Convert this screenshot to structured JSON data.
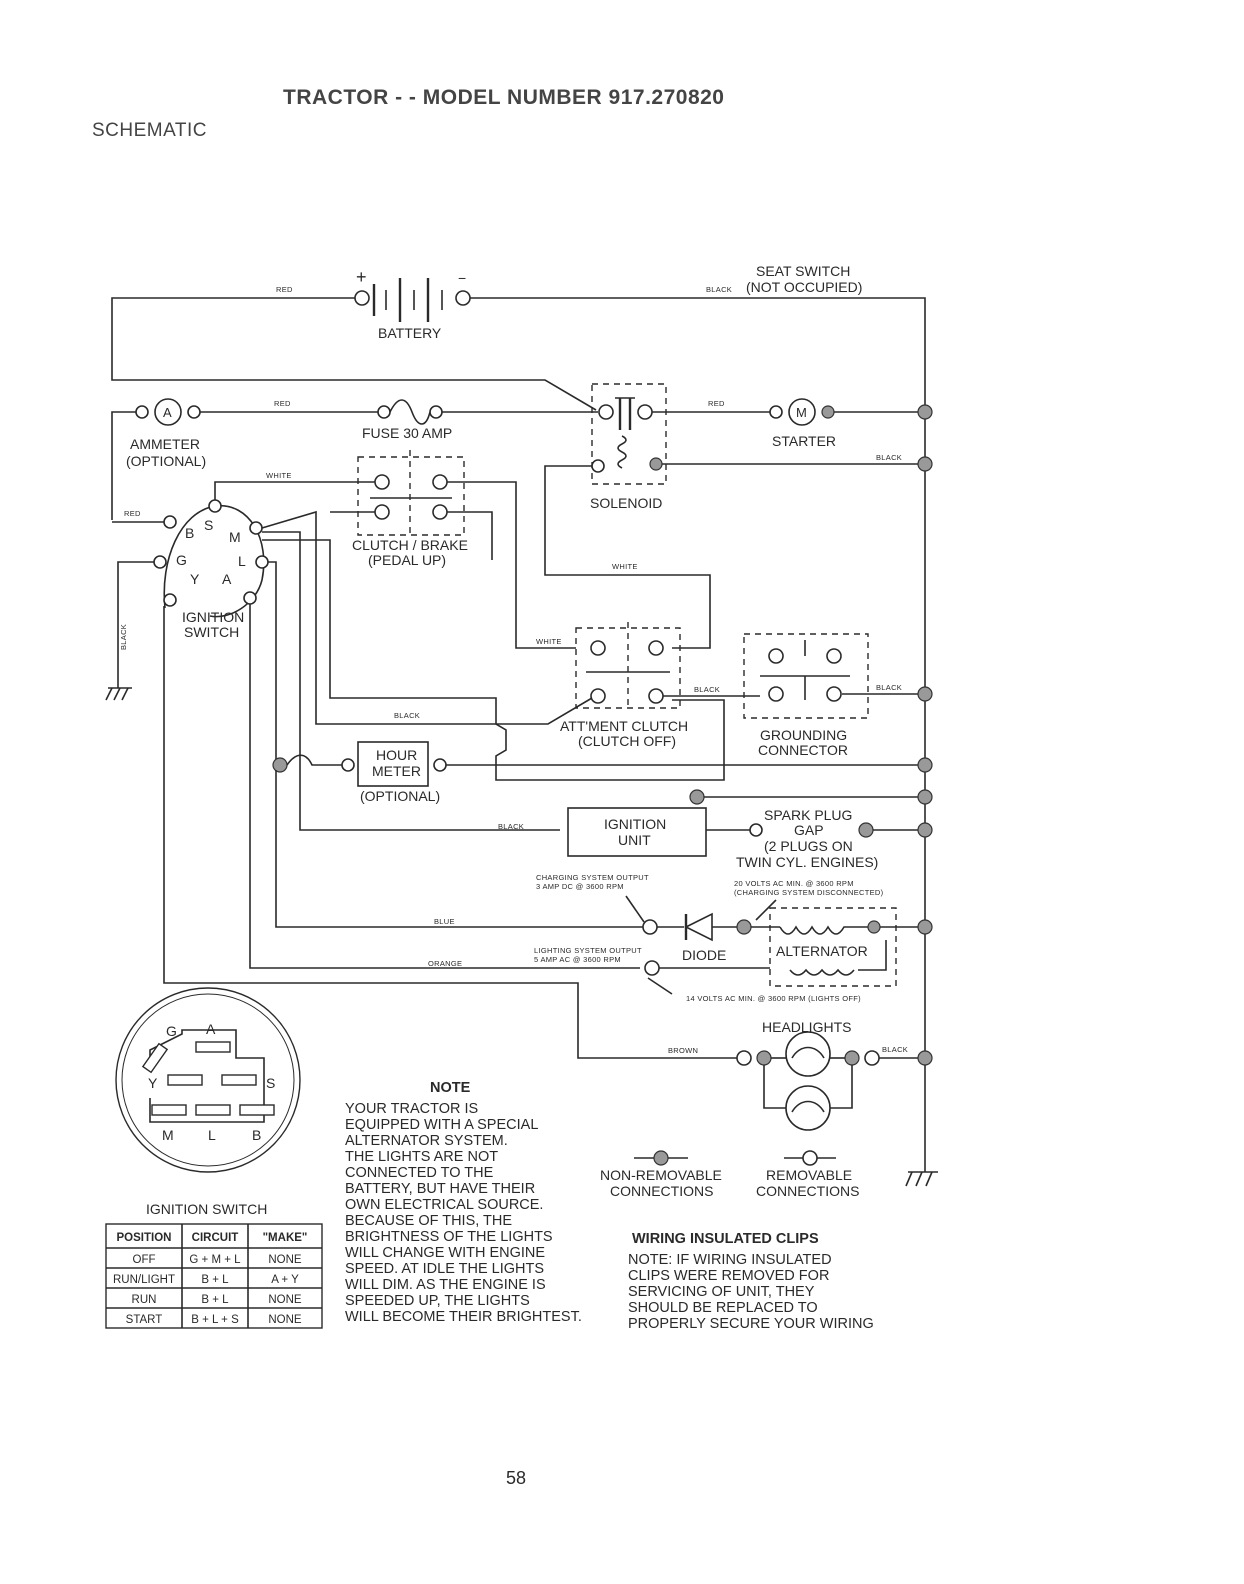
{
  "header": {
    "title": "TRACTOR - - MODEL NUMBER 917.270820",
    "subtitle": "SCHEMATIC"
  },
  "components": {
    "battery": "BATTERY",
    "battery_pos": "+",
    "battery_neg": "−",
    "ammeter_symbol": "A",
    "ammeter": [
      "AMMETER",
      "(OPTIONAL)"
    ],
    "fuse": "FUSE 30 AMP",
    "solenoid": "SOLENOID",
    "starter_symbol": "M",
    "starter": "STARTER",
    "clutch_brake": [
      "CLUTCH / BRAKE",
      "(PEDAL UP)"
    ],
    "ignition_switch": [
      "IGNITION",
      "SWITCH"
    ],
    "ign_terminals": {
      "B": "B",
      "S": "S",
      "M": "M",
      "G": "G",
      "L": "L",
      "Y": "Y",
      "A": "A"
    },
    "seat_switch": [
      "SEAT SWITCH",
      "(NOT OCCUPIED)"
    ],
    "attach_clutch": [
      "ATT'MENT CLUTCH",
      "(CLUTCH OFF)"
    ],
    "grounding_connector": [
      "GROUNDING",
      "CONNECTOR"
    ],
    "hour_meter": [
      "HOUR",
      "METER",
      "(OPTIONAL)"
    ],
    "ignition_unit": [
      "IGNITION",
      "UNIT"
    ],
    "spark_plug": [
      "SPARK PLUG",
      "GAP",
      "(2 PLUGS ON",
      "TWIN CYL. ENGINES)"
    ],
    "charging_output": [
      "CHARGING SYSTEM OUTPUT",
      "3 AMP DC @ 3600 RPM"
    ],
    "volts_20": [
      "20 VOLTS AC MIN. @ 3600 RPM",
      "(CHARGING SYSTEM DISCONNECTED)"
    ],
    "lighting_output": [
      "LIGHTING SYSTEM OUTPUT",
      "5 AMP AC @ 3600 RPM"
    ],
    "diode": "DIODE",
    "alternator": "ALTERNATOR",
    "volts_14": "14 VOLTS AC MIN. @ 3600 RPM (LIGHTS OFF)",
    "headlights": "HEADLIGHTS"
  },
  "wires": {
    "red": "RED",
    "black": "BLACK",
    "white": "WHITE",
    "blue": "BLUE",
    "orange": "ORANGE",
    "brown": "BROWN"
  },
  "connector_plug": {
    "G": "G",
    "A": "A",
    "Y": "Y",
    "S": "S",
    "M": "M",
    "L": "L",
    "B": "B",
    "caption": "IGNITION SWITCH"
  },
  "switch_table": {
    "headers": [
      "POSITION",
      "CIRCUIT",
      "\"MAKE\""
    ],
    "rows": [
      [
        "OFF",
        "G + M + L",
        "NONE"
      ],
      [
        "RUN/LIGHT",
        "B + L",
        "A + Y"
      ],
      [
        "RUN",
        "B + L",
        "NONE"
      ],
      [
        "START",
        "B + L + S",
        "NONE"
      ]
    ]
  },
  "note": {
    "heading": "NOTE",
    "lines": [
      "YOUR TRACTOR IS",
      "EQUIPPED WITH A SPECIAL",
      "ALTERNATOR SYSTEM.",
      "THE LIGHTS ARE NOT",
      "CONNECTED TO THE",
      "BATTERY, BUT HAVE THEIR",
      "OWN ELECTRICAL SOURCE.",
      "BECAUSE OF THIS, THE",
      "BRIGHTNESS OF THE LIGHTS",
      "WILL CHANGE WITH ENGINE",
      "SPEED.  AT IDLE THE LIGHTS",
      "WILL DIM.  AS THE ENGINE IS",
      "SPEEDED UP, THE LIGHTS",
      "WILL BECOME THEIR BRIGHTEST."
    ]
  },
  "legend": {
    "non_removable": [
      "NON-REMOVABLE",
      "CONNECTIONS"
    ],
    "removable": [
      "REMOVABLE",
      "CONNECTIONS"
    ]
  },
  "clips": {
    "heading": "WIRING INSULATED CLIPS",
    "lines": [
      "NOTE: IF WIRING INSULATED",
      "CLIPS WERE REMOVED FOR",
      "SERVICING OF UNIT, THEY",
      "SHOULD BE REPLACED TO",
      "PROPERLY SECURE YOUR WIRING"
    ]
  },
  "page_number": "58"
}
